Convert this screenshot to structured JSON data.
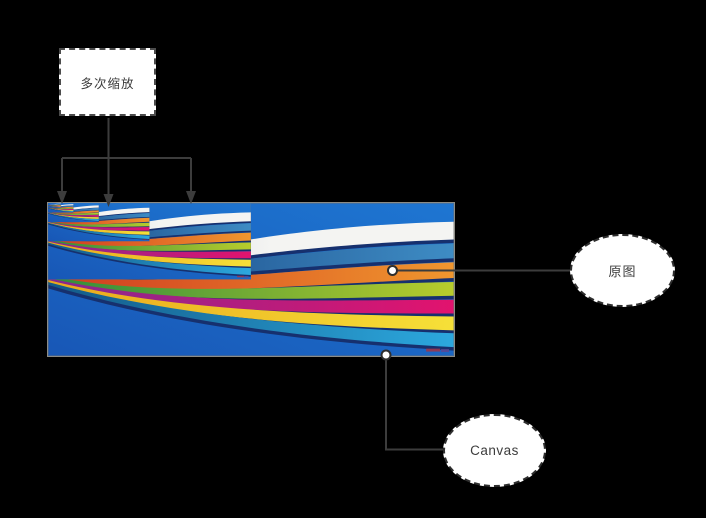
{
  "diagram": {
    "scale_box_label": "多次缩放",
    "original_label": "原图",
    "canvas_label": "Canvas"
  },
  "image": {
    "copy_scales": [
      1,
      0.5,
      0.25,
      0.125,
      0.0625,
      0.03125
    ]
  },
  "colors": {
    "page-bg": "#000000",
    "line": "#3c3c3c",
    "text": "#3c3c3c",
    "box-bg": "#ffffff",
    "box-border": "#4c4c4c",
    "ellipse-border": "#2e2e2e",
    "canvas-border": "#8c8c86",
    "bg-blue-top": "#1e76d2",
    "bg-blue-bottom": "#1857b6",
    "ribbon-shadow": "#16306e",
    "white-l": "#c8ccd4",
    "white-r": "#f4f4f2",
    "steel-l": "#16407e",
    "steel-r": "#3e8cc4",
    "orange-l": "#d03a20",
    "orange-r": "#f0962e",
    "lime-l": "#2f8c3c",
    "lime-r": "#b8cc2c",
    "magenta-l": "#86288e",
    "magenta-r": "#e2136e",
    "yellow-l": "#eaa81c",
    "yellow-r": "#f6e038",
    "cyan-l": "#135a88",
    "cyan-r": "#2ca8de",
    "watermark-1": "#a03446",
    "watermark-2": "#5a4894"
  }
}
